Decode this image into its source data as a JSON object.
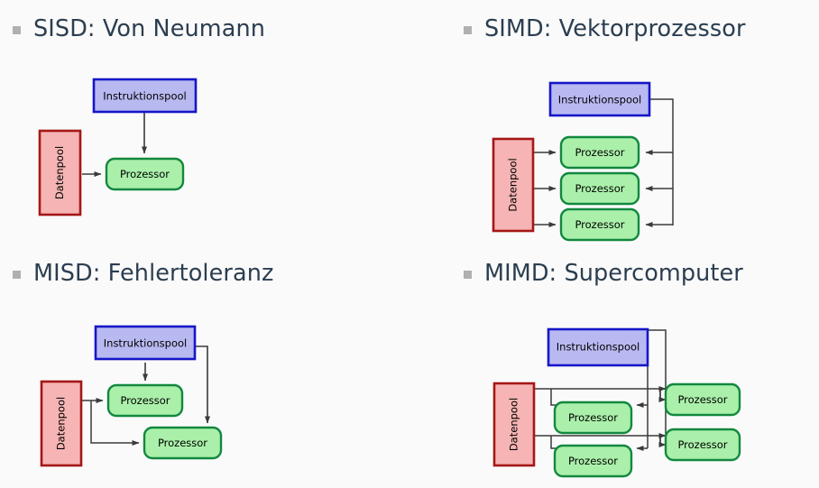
{
  "slide": {
    "background_color": "#fafafa",
    "bullet_color": "#b0b0b0",
    "heading_color": "#2b3e50"
  },
  "palette": {
    "instruction_fill": "#b9b9f2",
    "instruction_stroke": "#1616c8",
    "data_fill": "#f6b4b4",
    "data_stroke": "#a51717",
    "processor_fill": "#aaf0aa",
    "processor_stroke": "#12883f",
    "arrow_color": "#3a3a3a"
  },
  "labels": {
    "instruction_pool": "Instruktionspool",
    "data_pool": "Datenpool",
    "processor": "Prozessor"
  },
  "quadrants": [
    {
      "id": "sisd",
      "heading": "SISD: Von Neumann",
      "instruction_pools": 1,
      "data_pools": 1,
      "processors": 1,
      "processor_labels": [
        "Prozessor"
      ]
    },
    {
      "id": "simd",
      "heading": "SIMD: Vektorprozessor",
      "instruction_pools": 1,
      "data_pools": 1,
      "processors": 3,
      "processor_labels": [
        "Prozessor",
        "Prozessor",
        "Prozessor"
      ]
    },
    {
      "id": "misd",
      "heading": "MISD: Fehlertoleranz",
      "instruction_pools": 1,
      "data_pools": 1,
      "processors": 2,
      "processor_labels": [
        "Prozessor",
        "Prozessor"
      ]
    },
    {
      "id": "mimd",
      "heading": "MIMD: Supercomputer",
      "instruction_pools": 1,
      "data_pools": 1,
      "processors": 4,
      "processor_labels": [
        "Prozessor",
        "Prozessor",
        "Prozessor",
        "Prozessor"
      ]
    }
  ]
}
